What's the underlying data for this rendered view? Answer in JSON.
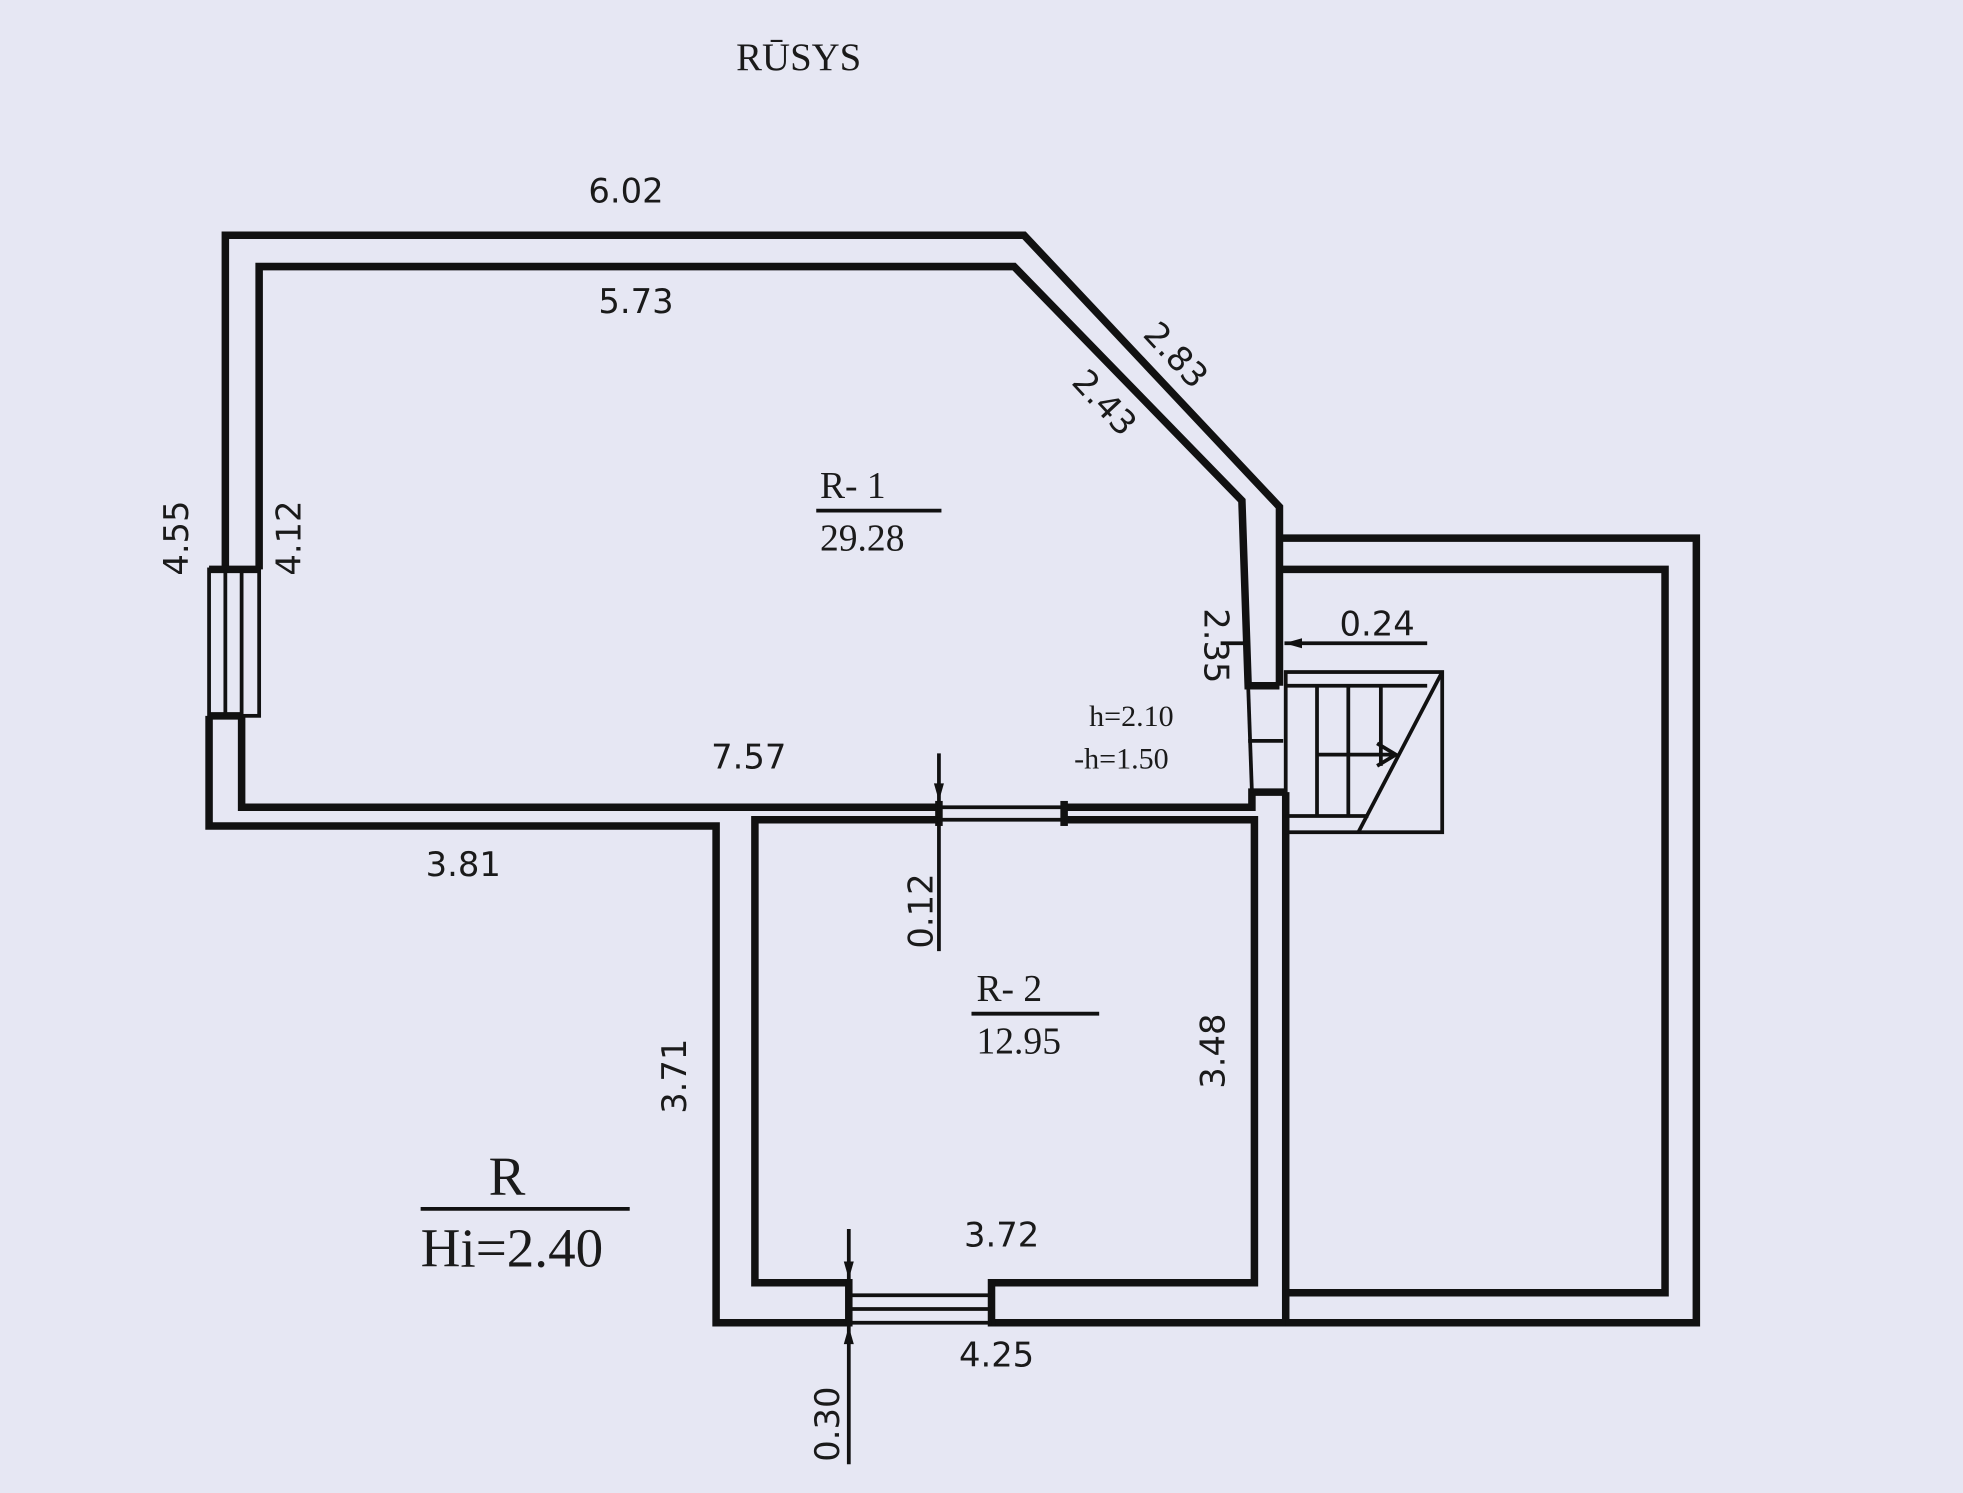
{
  "title": "RŪSYS",
  "rooms": {
    "r1": {
      "label": "R- 1",
      "area": "29.28"
    },
    "r2": {
      "label": "R- 2",
      "area": "12.95"
    },
    "legend": {
      "label": "R",
      "height": "Hi=2.40"
    }
  },
  "door_heights": {
    "h": "h=2.10",
    "neg_h": "-h=1.50"
  },
  "dimensions": {
    "top_outer": "6.02",
    "top_inner": "5.73",
    "diag_outer": "2.83",
    "diag_inner": "2.43",
    "left_outer": "4.55",
    "left_inner": "4.12",
    "right_wall": "2.35",
    "wall_thickness": "0.24",
    "r1_bottom": "7.57",
    "bottom_left": "3.81",
    "door_wall": "0.12",
    "left_lower": "3.71",
    "r2_right": "3.48",
    "r2_bottom_inner": "3.72",
    "r2_bottom_outer": "4.25",
    "window_wall": "0.30"
  },
  "colors": {
    "paper": "#e6e7f3",
    "ink": "#111111"
  }
}
